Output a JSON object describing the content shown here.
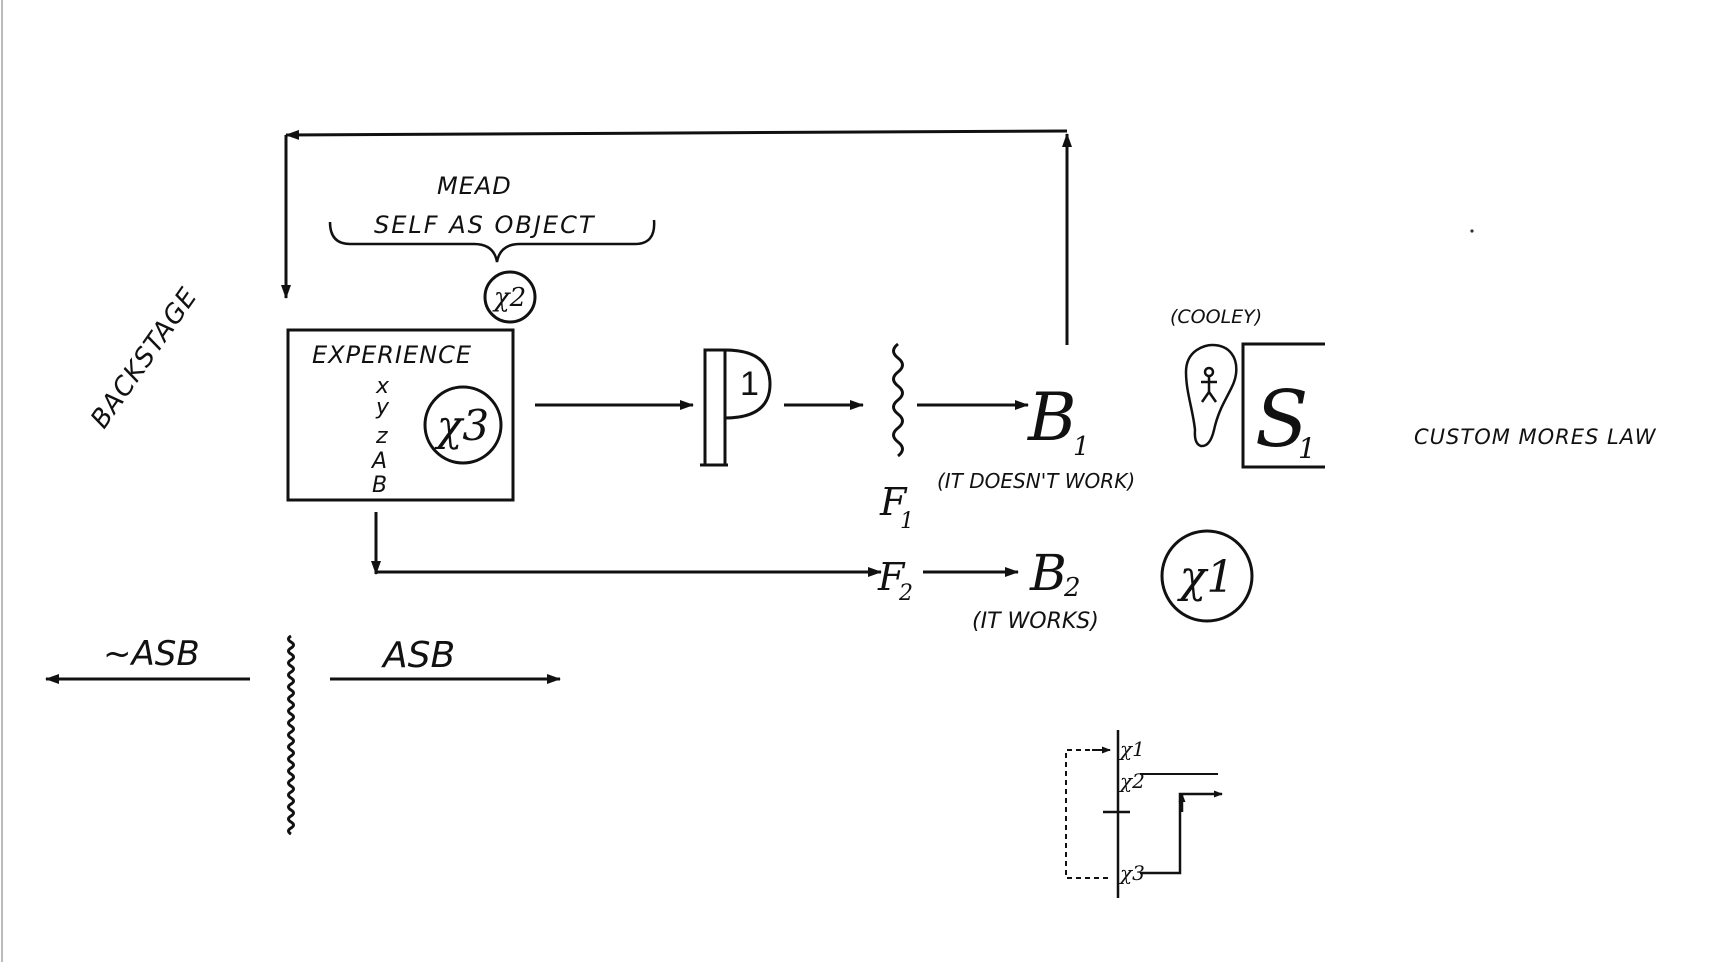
{
  "colors": {
    "ink": "#111111",
    "paper": "#ffffff"
  },
  "labels": {
    "backstage": "BACKSTAGE",
    "mead": "MEAD",
    "self_as_object": "SELF AS OBJECT",
    "experience": "EXPERIENCE",
    "experience_vars": [
      "x",
      "y",
      "z",
      "A",
      "B"
    ],
    "x2": "χ2",
    "x3": "χ3",
    "x1": "χ1",
    "p": "P",
    "p_sub": "1",
    "b1": "B",
    "b1_sub": "1",
    "f1": "F",
    "f1_sub": "1",
    "b1_note": "(IT DOESN'T WORK)",
    "cooley": "(COOLEY)",
    "s1": "S",
    "s1_sub": "1",
    "custom": "CUSTOM MORES LAW",
    "f2": "F",
    "f2_sub": "2",
    "b2": "B",
    "b2_sub": "2",
    "b2_note": "(IT WORKS)",
    "not_asb": "~ASB",
    "asb": "ASB",
    "small_x1": "χ1",
    "small_x2": "χ2",
    "small_x3": "χ3"
  },
  "icons": {
    "bulb": "lightbulb-person-icon",
    "wavy_barrier": "wavy-barrier-icon"
  }
}
